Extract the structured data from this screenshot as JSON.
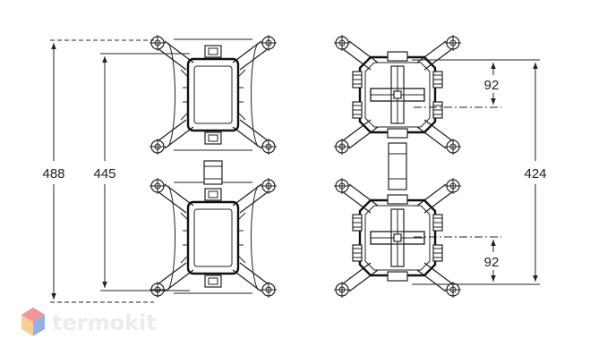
{
  "dimensions": {
    "outer_height": "488",
    "inner_height": "445",
    "right_height": "424",
    "right_top_offset": "92",
    "right_bottom_offset": "92"
  },
  "watermark": {
    "text": "termokit",
    "colors": [
      "#e8404a",
      "#3b6fd8",
      "#f4a93b"
    ]
  },
  "colors": {
    "line": "#222222",
    "watermark_text": "#d9dde2"
  }
}
